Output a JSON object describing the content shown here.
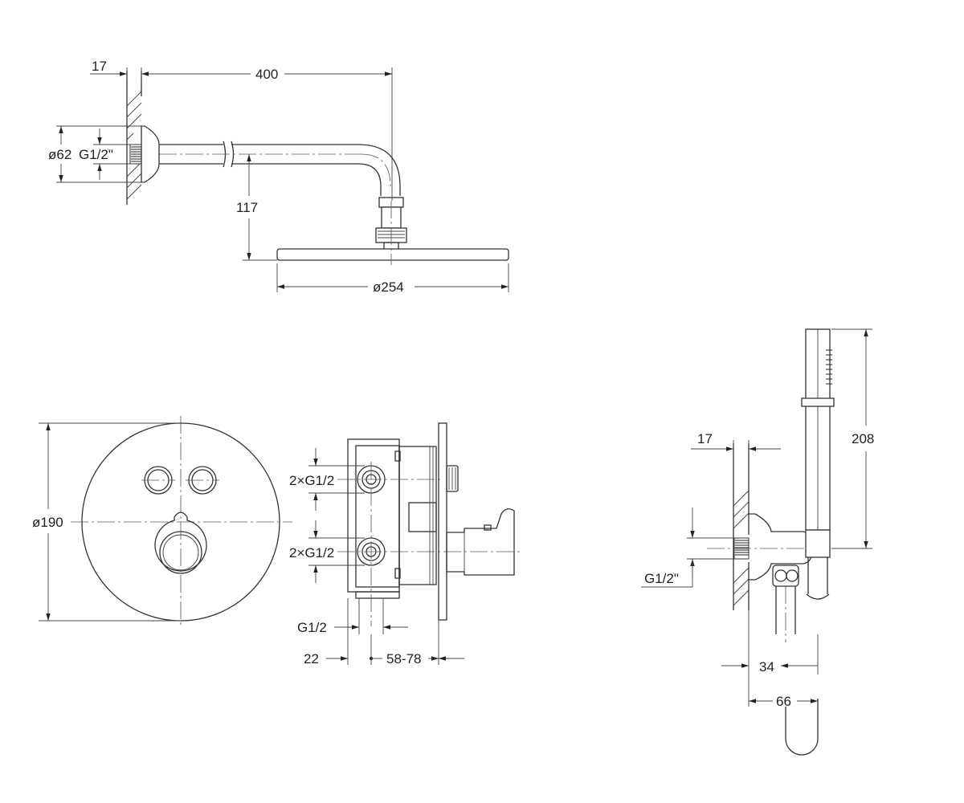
{
  "shower_head_view": {
    "dim_wall_flange": "17",
    "dim_arm_length": "400",
    "dim_flange_diameter": "ø62",
    "dim_connection_thread": "G1/2\"",
    "dim_arm_drop": "117",
    "dim_head_diameter": "ø254"
  },
  "valve_front_view": {
    "dim_cover_diameter": "ø190"
  },
  "valve_side_view": {
    "dim_outlets_top": "2×G1/2",
    "dim_outlets_bottom": "2×G1/2",
    "dim_inlet_thread": "G1/2",
    "dim_body_offset": "22",
    "dim_install_depth": "58-78"
  },
  "hand_shower_view": {
    "dim_wall_flange": "17",
    "dim_handset_length": "208",
    "dim_connection_thread": "G1/2\"",
    "dim_elbow_projection": "34",
    "dim_total_projection": "66"
  }
}
